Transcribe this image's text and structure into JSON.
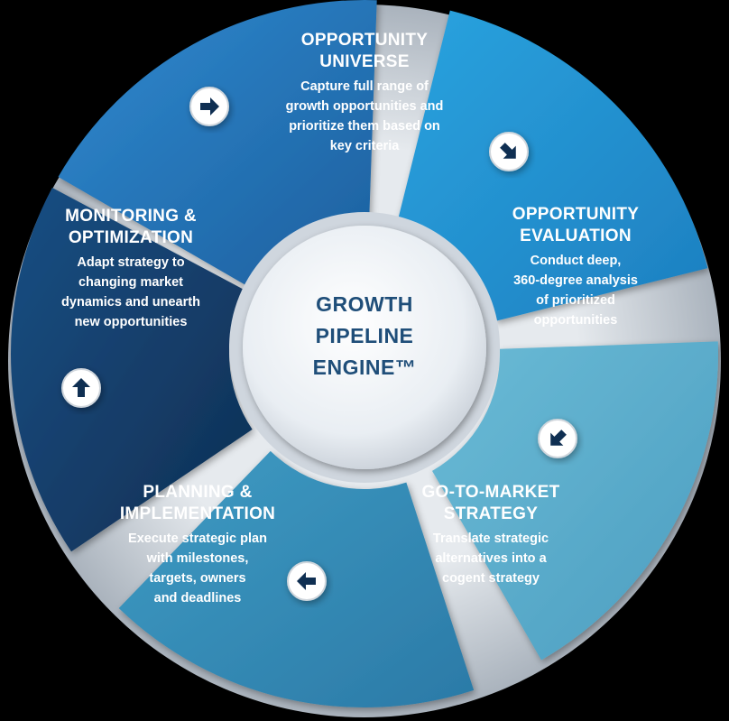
{
  "center": {
    "line1": "GROWTH",
    "line2": "PIPELINE",
    "line3": "ENGINE™"
  },
  "segments": [
    {
      "title1": "OPPORTUNITY",
      "title2": "UNIVERSE",
      "desc": [
        "Capture full range of",
        "growth opportunities and",
        "prioritize them based on",
        "key criteria"
      ],
      "color": "#2a7fc0"
    },
    {
      "title1": "OPPORTUNITY",
      "title2": "EVALUATION",
      "desc": [
        "Conduct deep,",
        "360-degree analysis",
        "of prioritized",
        "opportunities"
      ],
      "color": "#2d9bd6"
    },
    {
      "title1": "GO-TO-MARKET",
      "title2": "STRATEGY",
      "desc": [
        "Translate strategic",
        "alternatives into a",
        "cogent strategy"
      ],
      "color": "#62b3cf"
    },
    {
      "title1": "PLANNING &",
      "title2": "IMPLEMENTATION",
      "desc": [
        "Execute strategic plan",
        "with milestones,",
        "targets, owners",
        "and deadlines"
      ],
      "color": "#3a8eb4"
    },
    {
      "title1": "MONITORING &",
      "title2": "OPTIMIZATION",
      "desc": [
        "Adapt strategy to",
        "changing market",
        "dynamics and unearth",
        "new opportunities"
      ],
      "color": "#143e6a"
    }
  ],
  "arrows": [
    {
      "name": "arrow-right-icon",
      "glyph": "right"
    },
    {
      "name": "arrow-down-right-icon",
      "glyph": "down-right"
    },
    {
      "name": "arrow-down-left-icon",
      "glyph": "down-left"
    },
    {
      "name": "arrow-left-icon",
      "glyph": "left"
    },
    {
      "name": "arrow-up-icon",
      "glyph": "up"
    }
  ]
}
